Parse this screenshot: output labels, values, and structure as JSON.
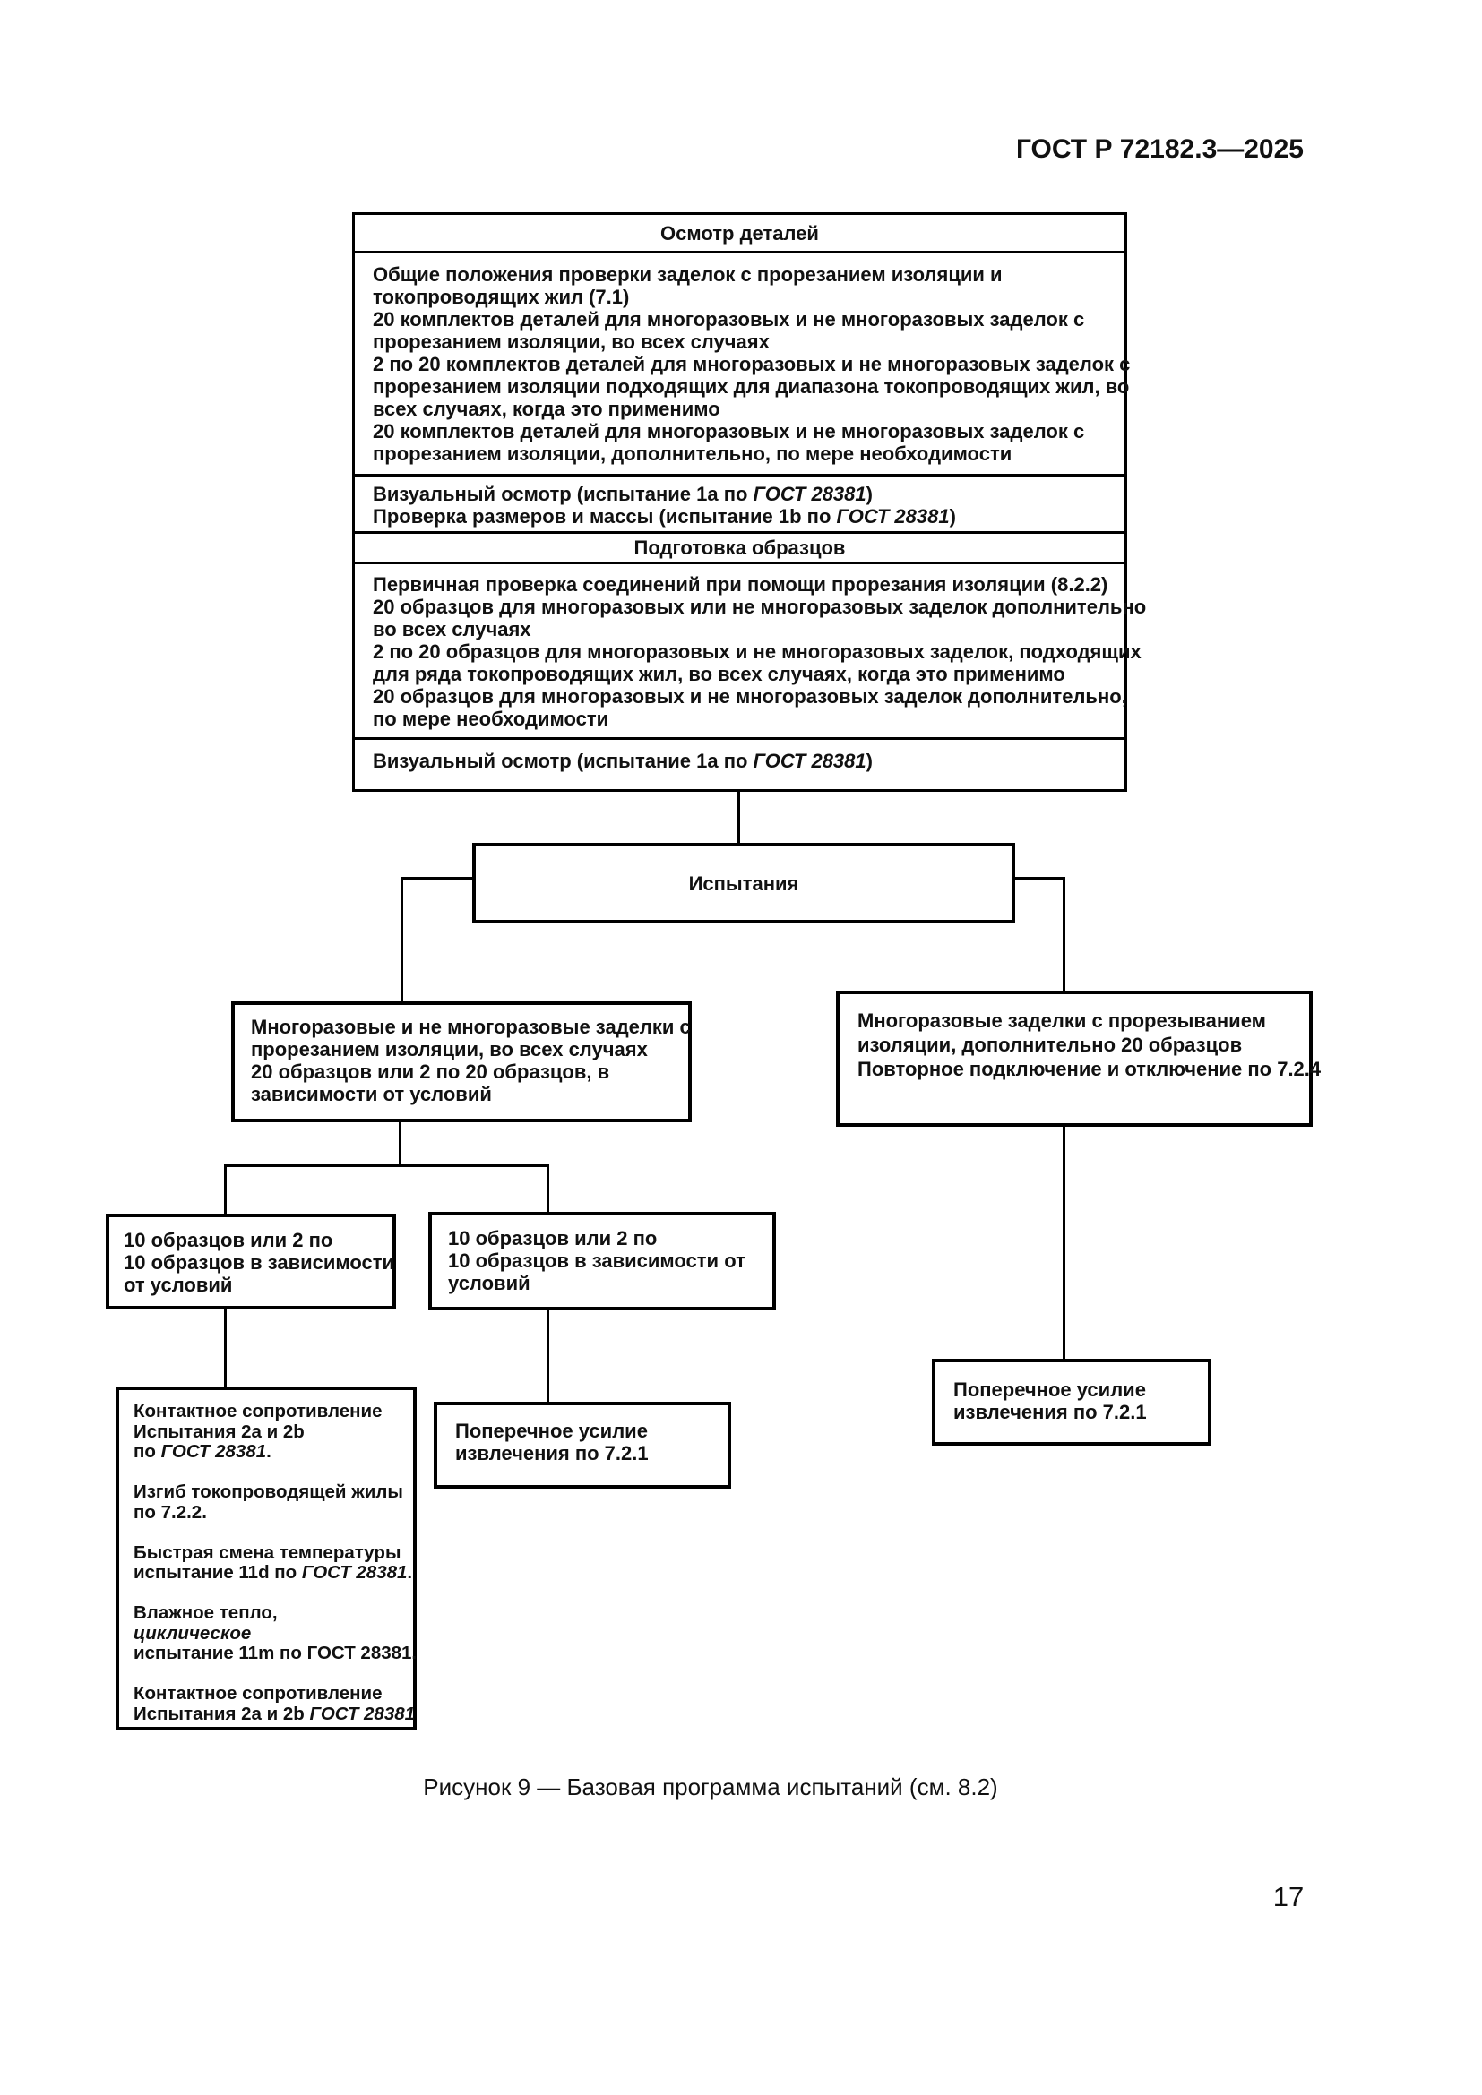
{
  "header": {
    "title": "ГОСТ Р 72182.3—2025"
  },
  "figure": {
    "caption": "Рисунок 9 — Базовая программа испытаний (см. 8.2)",
    "inspection": {
      "title": "Осмотр деталей",
      "provisions": [
        "Общие положения проверки заделок с прорезанием изоляции и",
        "токопроводящих жил (7.1)",
        "20 комплектов деталей для многоразовых и не многоразовых заделок с",
        "прорезанием изоляции, во всех случаях",
        "2 по 20 комплектов деталей для многоразовых и не многоразовых заделок с",
        "прорезанием изоляции подходящих для диапазона токопроводящих жил, во",
        "всех случаях, когда это применимо",
        "20 комплектов деталей для многоразовых и не многоразовых заделок с",
        "прорезанием изоляции, дополнительно, по мере необходимости"
      ],
      "checks": [
        [
          {
            "t": "Визуальный осмотр (испытание 1a по "
          },
          {
            "t": "ГОСТ 28381",
            "i": true
          },
          {
            "t": ")"
          }
        ],
        [
          {
            "t": "Проверка размеров и массы (испытание 1b по "
          },
          {
            "t": "ГОСТ 28381",
            "i": true
          },
          {
            "t": ")"
          }
        ]
      ],
      "prep_title": "Подготовка образцов",
      "prep_provisions": [
        "Первичная проверка соединений при помощи прорезания изоляции (8.2.2)",
        "20 образцов для многоразовых или не многоразовых заделок дополнительно",
        "во всех случаях",
        "2 по 20 образцов для многоразовых и не многоразовых заделок, подходящих",
        "для ряда токопроводящих жил, во всех случаях, когда это применимо",
        "20 образцов для многоразовых и не многоразовых заделок дополнительно,",
        "по мере необходимости"
      ],
      "final_check": [
        [
          {
            "t": "Визуальный осмотр (испытание 1a по "
          },
          {
            "t": "ГОСТ 28381",
            "i": true
          },
          {
            "t": ")"
          }
        ]
      ]
    },
    "tests_label": "Испытания",
    "left_branch": {
      "lines": [
        "Многоразовые и не многоразовые заделки с",
        "прорезанием изоляции, во всех случаях",
        "20 образцов или 2 по 20 образцов, в",
        "зависимости от условий"
      ]
    },
    "right_branch": {
      "lines": [
        "Многоразовые заделки с прорезыванием",
        "изоляции, дополнительно 20 образцов",
        "Повторное подключение и отключение по 7.2.4"
      ]
    },
    "left_samples": {
      "lines": [
        "10 образцов или 2 по",
        "10 образцов в зависимости",
        "от условий"
      ]
    },
    "right_samples": {
      "lines": [
        "10 образцов или 2 по",
        "10 образцов в зависимости от",
        "условий"
      ]
    },
    "test_sequence": {
      "lines": [
        "Контактное сопротивление",
        "Испытания 2a и 2b",
        [
          {
            "t": "по "
          },
          {
            "t": "ГОСТ 28381",
            "i": true
          },
          {
            "t": "."
          }
        ],
        "",
        "Изгиб токопроводящей жилы",
        "по 7.2.2.",
        "",
        "Быстрая смена температуры",
        [
          {
            "t": "испытание 11d по "
          },
          {
            "t": "ГОСТ 28381",
            "i": true
          },
          {
            "t": "."
          }
        ],
        "",
        "Влажное тепло,",
        [
          {
            "t": "циклическое",
            "i": true
          }
        ],
        "испытание 11m по ГОСТ 28381.",
        "",
        "Контактное сопротивление",
        [
          {
            "t": "Испытания 2a и 2b "
          },
          {
            "t": "ГОСТ 28381",
            "i": true
          }
        ]
      ]
    },
    "mid_force": {
      "lines": [
        "Поперечное усилие",
        "извлечения по 7.2.1"
      ]
    },
    "right_force": {
      "lines": [
        "Поперечное усилие",
        "извлечения по 7.2.1"
      ]
    }
  },
  "footer": {
    "page_number": "17"
  }
}
